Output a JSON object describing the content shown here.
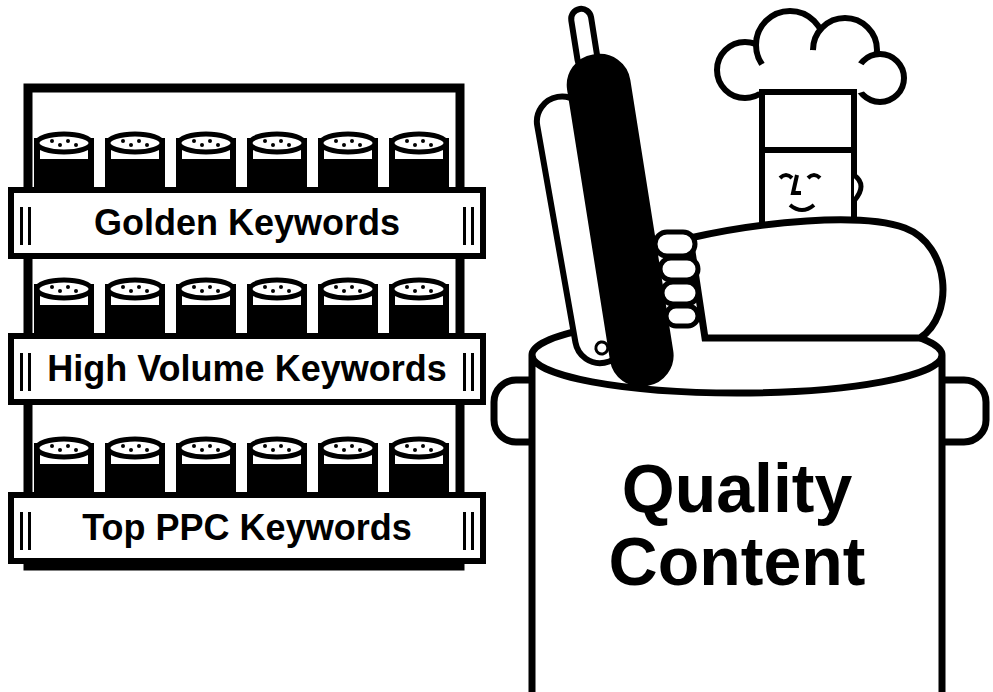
{
  "diagram": {
    "nodes": [
      {
        "text": [
          "Golden Keywords"
        ]
      },
      {
        "text": [
          "High Volume Keywords"
        ]
      },
      {
        "text": [
          "Top PPC Keywords"
        ]
      },
      {
        "text": [
          "Quality Content"
        ]
      }
    ]
  }
}
